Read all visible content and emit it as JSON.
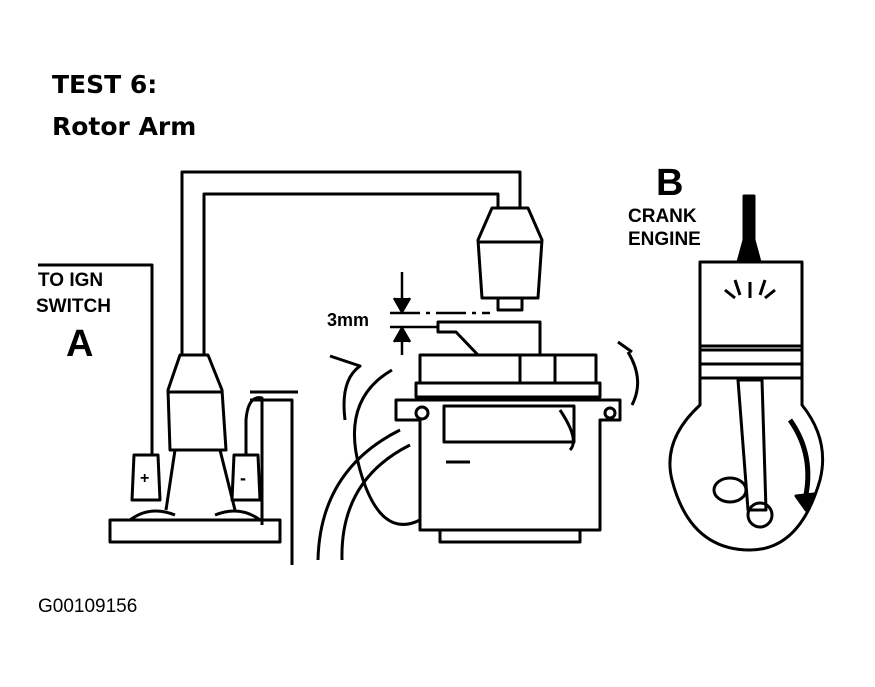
{
  "title": {
    "line1": "TEST 6:",
    "line2": "Rotor Arm"
  },
  "labels": {
    "ign_line1": "TO IGN",
    "ign_line2": "SWITCH",
    "point_a": "A",
    "point_b": "B",
    "crank_line1": "CRANK",
    "crank_line2": "ENGINE",
    "gap": "3mm",
    "plus": "+",
    "minus": "-"
  },
  "figure_id": "G00109156"
}
